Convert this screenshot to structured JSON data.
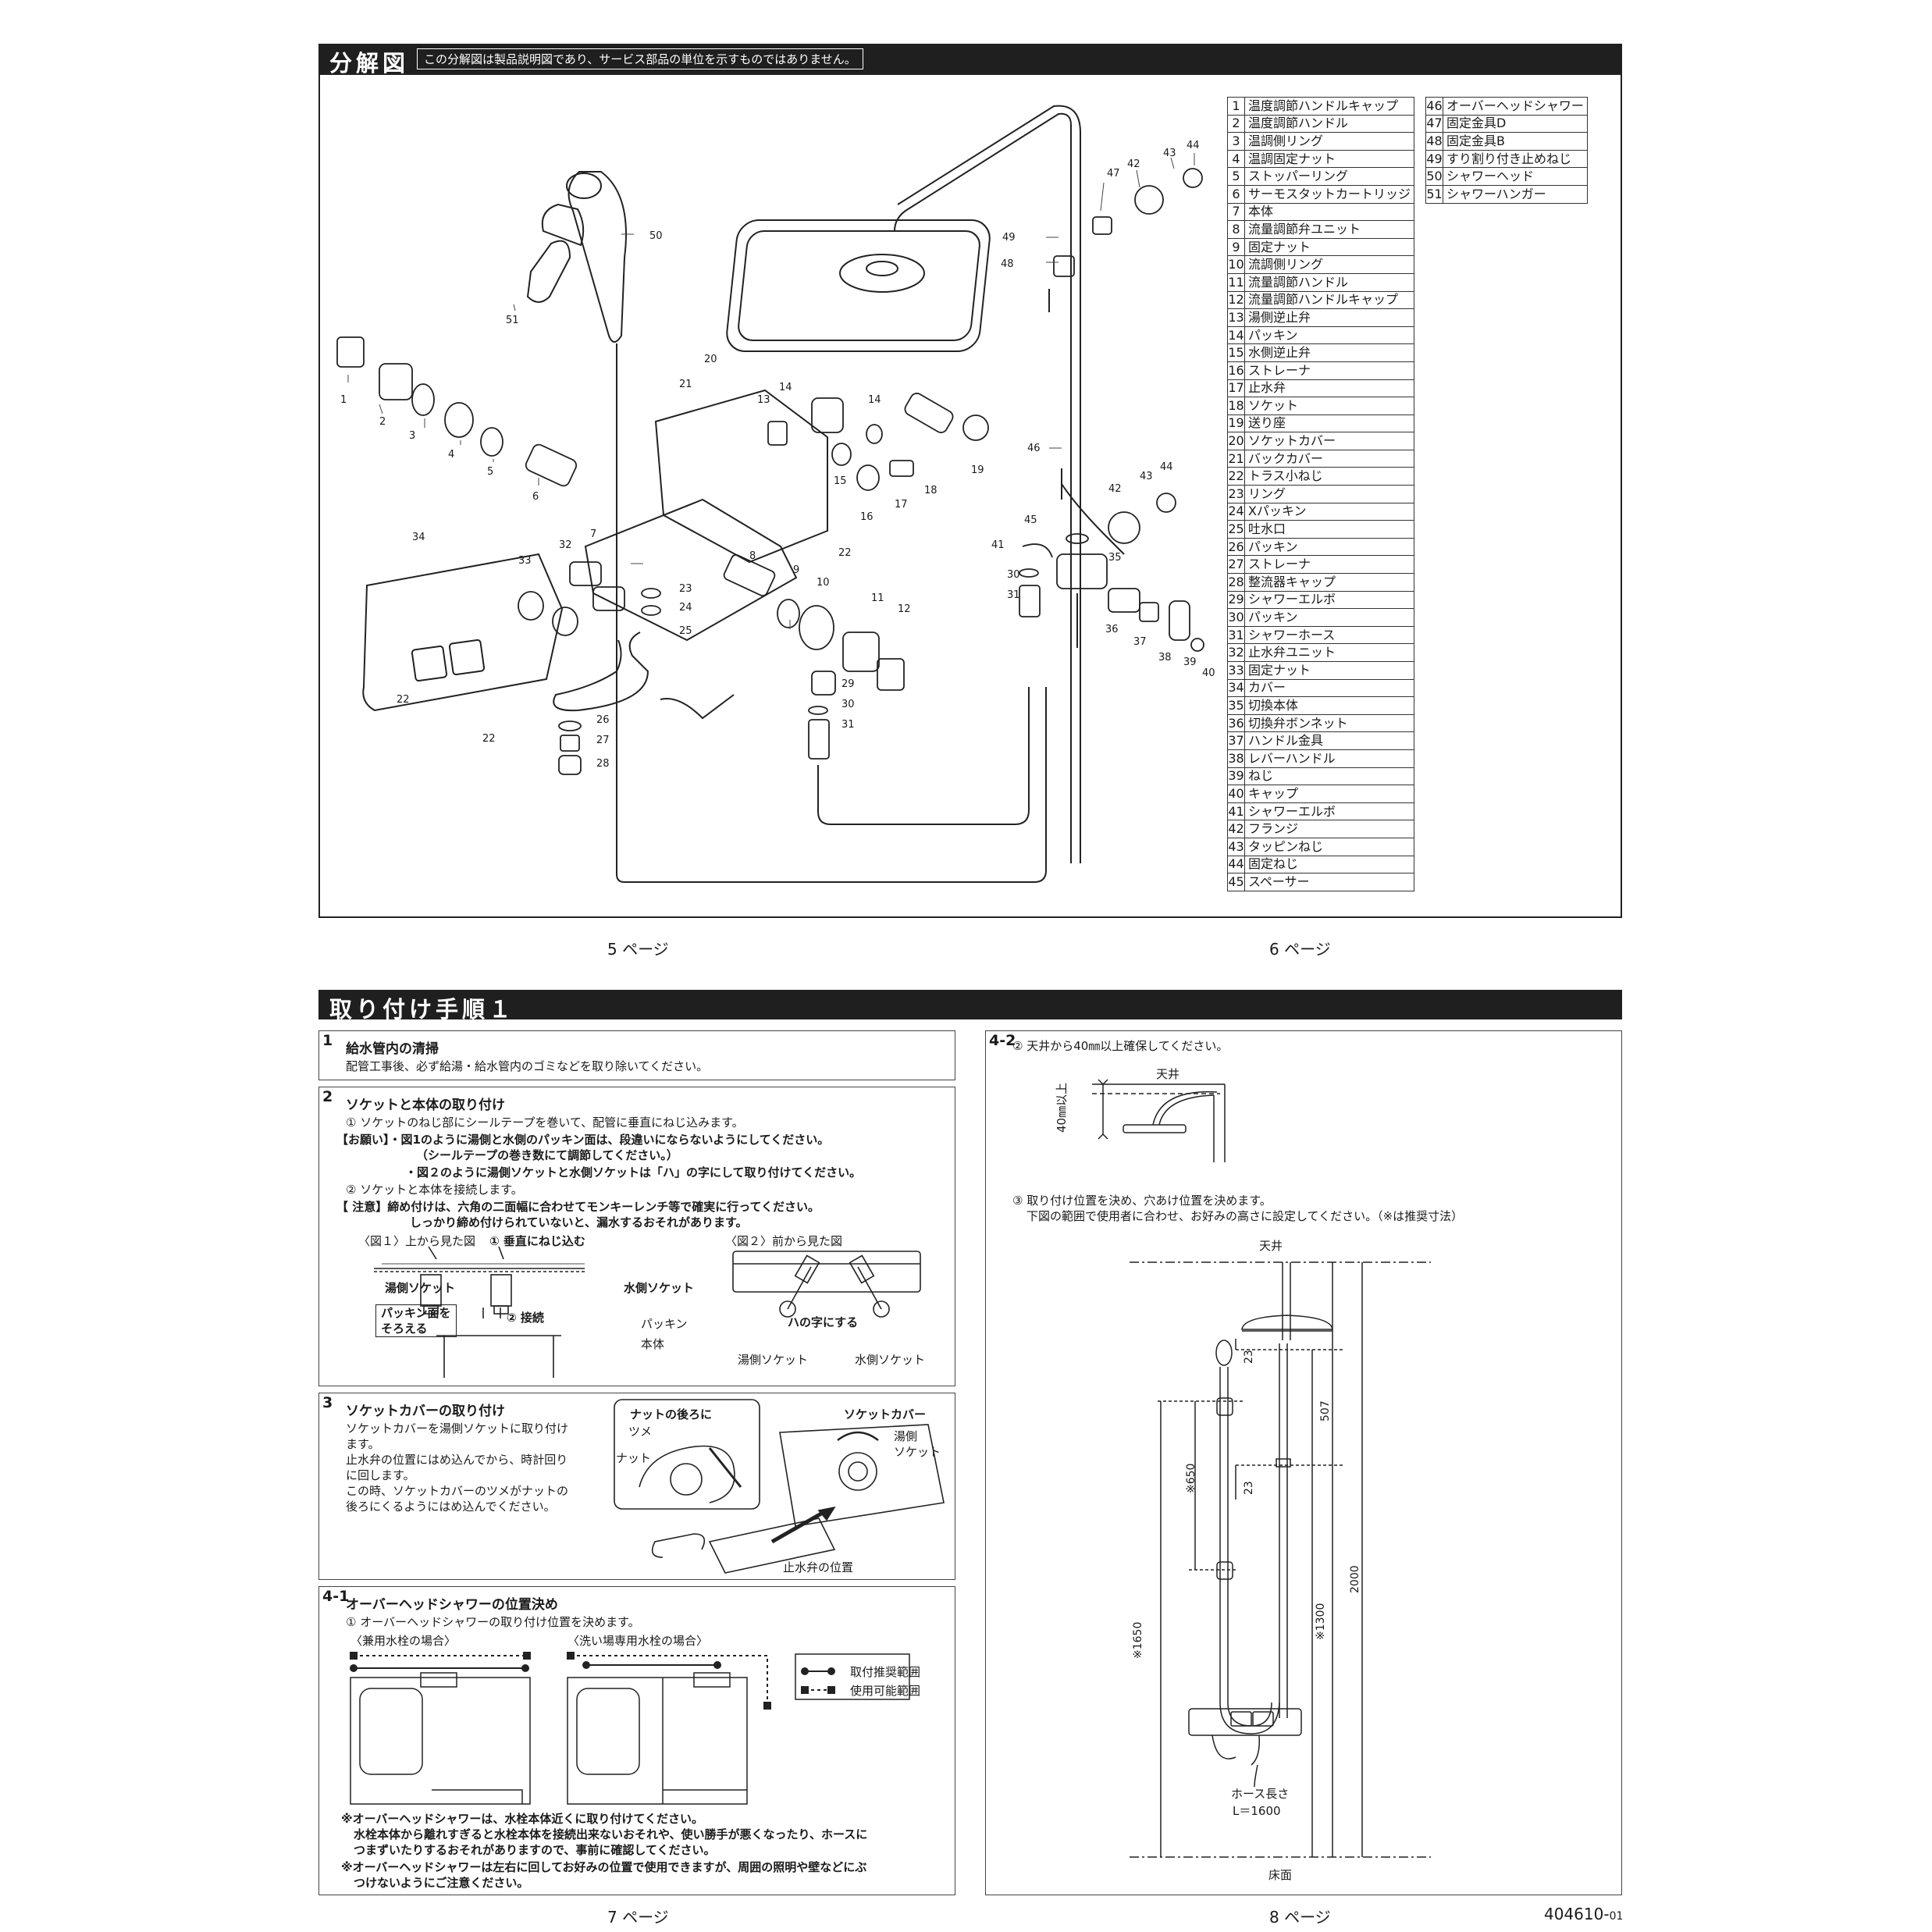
{
  "sec1": {
    "title": "分解図",
    "note": "この分解図は製品説明図であり、サービス部品の単位を示すものではありません。"
  },
  "sec2": {
    "title": "取り付け手順１"
  },
  "parts_left": [
    {
      "n": "1",
      "name": "温度調節ハンドルキャップ"
    },
    {
      "n": "2",
      "name": "温度調節ハンドル"
    },
    {
      "n": "3",
      "name": "温調側リング"
    },
    {
      "n": "4",
      "name": "温調固定ナット"
    },
    {
      "n": "5",
      "name": "ストッパーリング"
    },
    {
      "n": "6",
      "name": "サーモスタットカートリッジ"
    },
    {
      "n": "7",
      "name": "本体"
    },
    {
      "n": "8",
      "name": "流量調節弁ユニット"
    },
    {
      "n": "9",
      "name": "固定ナット"
    },
    {
      "n": "10",
      "name": "流調側リング"
    },
    {
      "n": "11",
      "name": "流量調節ハンドル"
    },
    {
      "n": "12",
      "name": "流量調節ハンドルキャップ"
    },
    {
      "n": "13",
      "name": "湯側逆止弁"
    },
    {
      "n": "14",
      "name": "パッキン"
    },
    {
      "n": "15",
      "name": "水側逆止弁"
    },
    {
      "n": "16",
      "name": "ストレーナ"
    },
    {
      "n": "17",
      "name": "止水弁"
    },
    {
      "n": "18",
      "name": "ソケット"
    },
    {
      "n": "19",
      "name": "送り座"
    },
    {
      "n": "20",
      "name": "ソケットカバー"
    },
    {
      "n": "21",
      "name": "バックカバー"
    },
    {
      "n": "22",
      "name": "トラス小ねじ"
    },
    {
      "n": "23",
      "name": "リング"
    },
    {
      "n": "24",
      "name": "Xパッキン"
    },
    {
      "n": "25",
      "name": "吐水口"
    },
    {
      "n": "26",
      "name": "パッキン"
    },
    {
      "n": "27",
      "name": "ストレーナ"
    },
    {
      "n": "28",
      "name": "整流器キャップ"
    },
    {
      "n": "29",
      "name": "シャワーエルボ"
    },
    {
      "n": "30",
      "name": "パッキン"
    },
    {
      "n": "31",
      "name": "シャワーホース"
    },
    {
      "n": "32",
      "name": "止水弁ユニット"
    },
    {
      "n": "33",
      "name": "固定ナット"
    },
    {
      "n": "34",
      "name": "カバー"
    },
    {
      "n": "35",
      "name": "切換本体"
    },
    {
      "n": "36",
      "name": "切換弁ボンネット"
    },
    {
      "n": "37",
      "name": "ハンドル金具"
    },
    {
      "n": "38",
      "name": "レバーハンドル"
    },
    {
      "n": "39",
      "name": "ねじ"
    },
    {
      "n": "40",
      "name": "キャップ"
    },
    {
      "n": "41",
      "name": "シャワーエルボ"
    },
    {
      "n": "42",
      "name": "フランジ"
    },
    {
      "n": "43",
      "name": "タッピンねじ"
    },
    {
      "n": "44",
      "name": "固定ねじ"
    },
    {
      "n": "45",
      "name": "スペーサー"
    }
  ],
  "parts_right": [
    {
      "n": "46",
      "name": "オーバーヘッドシャワー"
    },
    {
      "n": "47",
      "name": "固定金具D"
    },
    {
      "n": "48",
      "name": "固定金具B"
    },
    {
      "n": "49",
      "name": "すり割り付き止めねじ"
    },
    {
      "n": "50",
      "name": "シャワーヘッド"
    },
    {
      "n": "51",
      "name": "シャワーハンガー"
    }
  ],
  "callouts": {
    "c1": "1",
    "c2": "2",
    "c3": "3",
    "c4": "4",
    "c5": "5",
    "c6": "6",
    "c7": "7",
    "c8": "8",
    "c9": "9",
    "c10": "10",
    "c11": "11",
    "c12": "12",
    "c13": "13",
    "c14a": "14",
    "c14b": "14",
    "c15": "15",
    "c16": "16",
    "c17": "17",
    "c18": "18",
    "c19": "19",
    "c20": "20",
    "c21": "21",
    "c22a": "22",
    "c22b": "22",
    "c22c": "22",
    "c23": "23",
    "c24": "24",
    "c25": "25",
    "c26": "26",
    "c27": "27",
    "c28": "28",
    "c29": "29",
    "c30a": "30",
    "c30b": "30",
    "c31a": "31",
    "c31b": "31",
    "c32": "32",
    "c33": "33",
    "c34": "34",
    "c35": "35",
    "c36": "36",
    "c37": "37",
    "c38": "38",
    "c39": "39",
    "c40": "40",
    "c41": "41",
    "c42a": "42",
    "c42b": "42",
    "c43a": "43",
    "c43b": "43",
    "c44a": "44",
    "c44b": "44",
    "c45": "45",
    "c46": "46",
    "c47": "47",
    "c48": "48",
    "c49": "49",
    "c50": "50",
    "c51": "51"
  },
  "pages": {
    "p5": "5 ページ",
    "p6": "6 ページ",
    "p7": "7 ページ",
    "p8": "8 ページ",
    "docno": "404610-",
    "docrev": "01"
  },
  "step1": {
    "num": "1",
    "title": "給水管内の清掃",
    "body": "配管工事後、必ず給湯・給水管内のゴミなどを取り除いてください。"
  },
  "step2": {
    "num": "2",
    "title": "ソケットと本体の取り付け",
    "l1": "① ソケットのねじ部にシールテープを巻いて、配管に垂直にねじ込みます。",
    "l2": "【お願い】・図1のように湯側と水側のパッキン面は、段違いにならないようにしてください。",
    "l3": "（シールテープの巻き数にて調節してください。）",
    "l4": "・図２のように湯側ソケットと水側ソケットは「ハ」の字にして取り付けてください。",
    "l5": "② ソケットと本体を接続します。",
    "l6": "【 注意】締め付けは、六角の二面幅に合わせてモンキーレンチ等で確実に行ってください。",
    "l7": "しっかり締め付けられていないと、漏水するおそれがあります。",
    "fig1": "〈図１〉上から見た図",
    "fig1a": "① 垂直にねじ込む",
    "hot": "湯側ソケット",
    "cold": "水側ソケット",
    "pk1": "パッキン面を",
    "pk2": "そろえる",
    "conn": "② 接続",
    "packing": "パッキン",
    "body": "本体",
    "fig2": "〈図２〉前から見た図",
    "ha": "ハの字にする",
    "hot2": "湯側ソケット",
    "cold2": "水側ソケット"
  },
  "step3": {
    "num": "3",
    "title": "ソケットカバーの取り付け",
    "l1": "ソケットカバーを湯側ソケットに取り付け",
    "l2": "ます。",
    "l3": "止水弁の位置にはめ込んでから、時計回り",
    "l4": "に回します。",
    "l5": "この時、ソケットカバーのツメがナットの",
    "l6": "後ろにくるようにはめ込んでください。",
    "a1": "ナットの後ろに",
    "a2": "ツメ",
    "a3": "ナット",
    "a4": "ソケットカバー",
    "a5": "湯側",
    "a6": "ソケット",
    "a7": "止水弁の位置"
  },
  "step41": {
    "num": "4-1",
    "title": "オーバーヘッドシャワーの位置決め",
    "l1": "① オーバーヘッドシャワーの取り付け位置を決めます。",
    "f1": "〈兼用水栓の場合〉",
    "f2": "〈洗い場専用水栓の場合〉",
    "leg1": "取付推奨範囲",
    "leg2": "使用可能範囲",
    "n1": "※オーバーヘッドシャワーは、水栓本体近くに取り付けてください。",
    "n2": "水栓本体から離れすぎると水栓本体を接続出来ないおそれや、使い勝手が悪くなったり、ホースに",
    "n3": "つまずいたりするおそれがありますので、事前に確認してください。",
    "n4": "※オーバーヘッドシャワーは左右に回してお好みの位置で使用できますが、周囲の照明や壁などにぶ",
    "n5": "つけないようにご注意ください。"
  },
  "step42": {
    "num": "4-2",
    "l1": "② 天井から40㎜以上確保してください。",
    "ceil": "天井",
    "dim40": "40㎜以上",
    "l2": "③ 取り付け位置を決め、穴あけ位置を決めます。",
    "l3": "下図の範囲で使用者に合わせ、お好みの高さに設定してください。（※は推奨寸法）",
    "ceil2": "天井",
    "floor": "床面",
    "d23a": "23",
    "d507": "507",
    "d23b": "23",
    "d650": "※650",
    "d2000": "2000",
    "d1650": "※1650",
    "d1300": "※1300",
    "hose": "ホース長さ",
    "hoseL": "L＝1600"
  }
}
